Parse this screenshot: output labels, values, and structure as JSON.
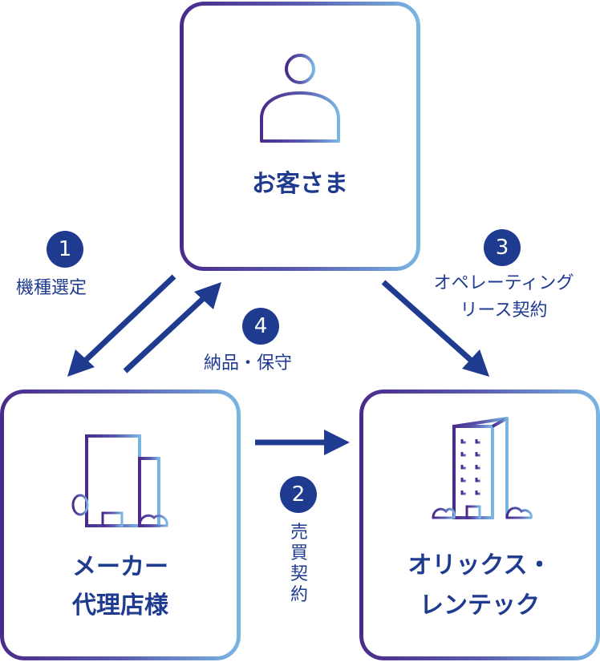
{
  "nodes": {
    "customer": {
      "title": "お客さま"
    },
    "maker": {
      "title_line1": "メーカー",
      "title_line2": "代理店様"
    },
    "orix": {
      "title_line1": "オリックス・",
      "title_line2": "レンテック"
    }
  },
  "steps": [
    {
      "number": "1",
      "label": "機種選定"
    },
    {
      "number": "2",
      "label_chars": [
        "売",
        "買",
        "契",
        "約"
      ]
    },
    {
      "number": "3",
      "label_line1": "オペレーティング",
      "label_line2": "リース契約"
    },
    {
      "number": "4",
      "label": "納品・保守"
    }
  ],
  "colors": {
    "primary": "#1f3b8f",
    "gradient_start": "#4a2a8a",
    "gradient_end": "#7ab6e2"
  },
  "icons": {
    "customer": "person-icon",
    "maker": "building-icon",
    "orix": "tower-building-icon"
  }
}
